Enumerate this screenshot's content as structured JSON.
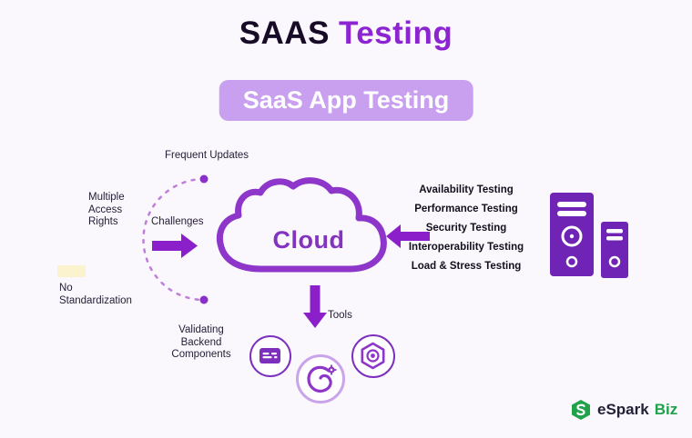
{
  "title": {
    "black": "SAAS",
    "purple": "Testing"
  },
  "banner": "SaaS App Testing",
  "challenges": {
    "label": "Challenges",
    "frequent_updates": "Frequent Updates",
    "multiple_access": "Multiple Access Rights",
    "no_standardization": "No Standardization",
    "validating_backend": "Validating Backend Components"
  },
  "cloud": "Cloud",
  "testing_types": [
    "Availability Testing",
    "Performance Testing",
    "Security Testing",
    "Interoperability Testing",
    "Load & Stress Testing"
  ],
  "tools": "Tools",
  "logo": {
    "espark": "eSpark",
    "biz": "Biz"
  },
  "colors": {
    "background": "#faf7fd",
    "accent_purple": "#8d24d2",
    "banner_bg": "#c9a0f0",
    "arrow_purple": "#8b20cb",
    "cloud_stroke": "#8d36c9",
    "server_purple": "#6f24b5",
    "logo_green": "#1fa24a",
    "text_dark": "#170b27"
  }
}
